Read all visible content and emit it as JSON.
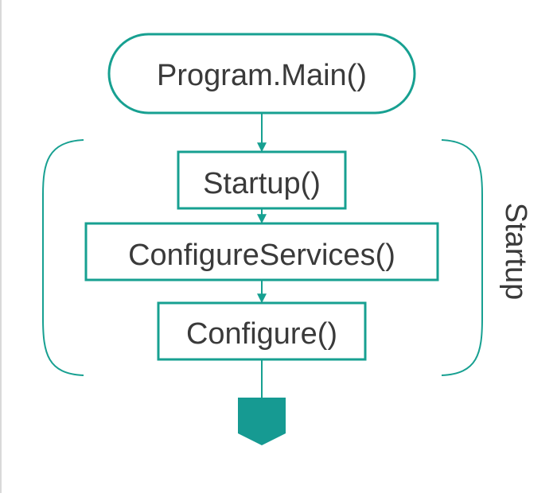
{
  "diagram": {
    "nodes": {
      "program_main": "Program.Main()",
      "startup_call": "Startup()",
      "configure_services": "ConfigureServices()",
      "configure": "Configure()"
    },
    "group_label": "Startup"
  },
  "colors": {
    "accent": "#17a091",
    "fill": "#169a92",
    "text": "#3a3a3a",
    "background": "#ffffff"
  }
}
